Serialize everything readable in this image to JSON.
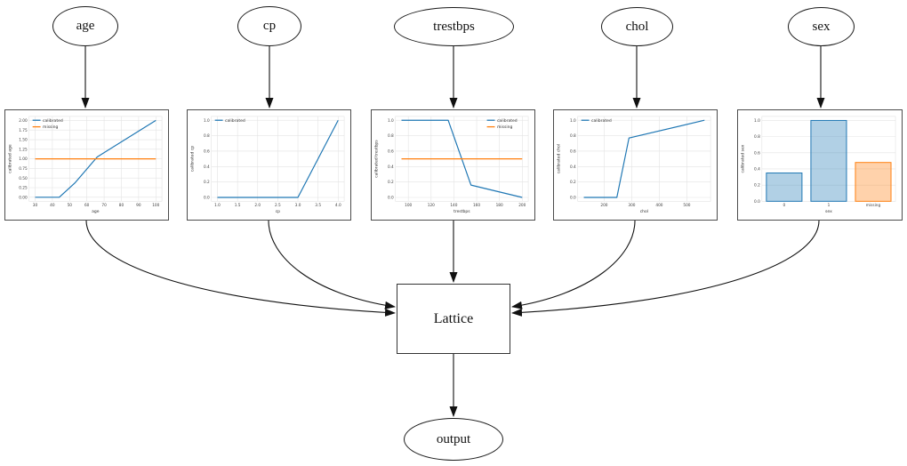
{
  "diagram": {
    "title": "calibrated lattice model graph",
    "nodes": [
      {
        "id": "age",
        "label": "age"
      },
      {
        "id": "cp",
        "label": "cp"
      },
      {
        "id": "trestbps",
        "label": "trestbps"
      },
      {
        "id": "chol",
        "label": "chol"
      },
      {
        "id": "sex",
        "label": "sex"
      },
      {
        "id": "lattice",
        "label": "Lattice"
      },
      {
        "id": "output",
        "label": "output"
      }
    ],
    "edges": [
      {
        "from": "age",
        "to": "calibrator-age"
      },
      {
        "from": "cp",
        "to": "calibrator-cp"
      },
      {
        "from": "trestbps",
        "to": "calibrator-trestbps"
      },
      {
        "from": "chol",
        "to": "calibrator-chol"
      },
      {
        "from": "sex",
        "to": "calibrator-sex"
      },
      {
        "from": "calibrator-age",
        "to": "lattice"
      },
      {
        "from": "calibrator-cp",
        "to": "lattice"
      },
      {
        "from": "calibrator-trestbps",
        "to": "lattice"
      },
      {
        "from": "calibrator-chol",
        "to": "lattice"
      },
      {
        "from": "calibrator-sex",
        "to": "lattice"
      },
      {
        "from": "lattice",
        "to": "output"
      }
    ]
  },
  "palette": {
    "calibrated": "#1f77b4",
    "missing": "#ff7f0e",
    "grid": "#e3e3e3",
    "tick_text": "#3c3c3c",
    "edge_line": "#111111"
  },
  "chart_data": [
    {
      "id": "age",
      "type": "line",
      "xlabel": "age",
      "ylabel": "calibrated age",
      "xlim": [
        26.5,
        103.5
      ],
      "ylim": [
        -0.105,
        2.105
      ],
      "xticks": [
        30,
        40,
        50,
        60,
        70,
        80,
        90,
        100
      ],
      "xtick_labels": [
        "30",
        "40",
        "50",
        "60",
        "70",
        "80",
        "90",
        "100"
      ],
      "yticks": [
        0,
        0.25,
        0.5,
        0.75,
        1.0,
        1.25,
        1.5,
        1.75,
        2.0
      ],
      "ytick_labels": [
        "0.00",
        "0.25",
        "0.50",
        "0.75",
        "1.00",
        "1.25",
        "1.50",
        "1.75",
        "2.00"
      ],
      "legend": {
        "position": "upper-left",
        "entries": [
          {
            "label": "calibrated",
            "color": "#1f77b4"
          },
          {
            "label": "missing",
            "color": "#ff7f0e"
          }
        ]
      },
      "series": [
        {
          "name": "calibrated",
          "color": "#1f77b4",
          "points": [
            [
              30,
              0
            ],
            [
              44,
              0
            ],
            [
              53,
              0.37
            ],
            [
              66,
              1.05
            ],
            [
              100,
              2.0
            ]
          ]
        },
        {
          "name": "missing",
          "color": "#ff7f0e",
          "points": [
            [
              30,
              1.0
            ],
            [
              100,
              1.0
            ]
          ]
        }
      ]
    },
    {
      "id": "cp",
      "type": "line",
      "xlabel": "cp",
      "ylabel": "calibrated cp",
      "xlim": [
        0.85,
        4.15
      ],
      "ylim": [
        -0.05,
        1.05
      ],
      "xticks": [
        1.0,
        1.5,
        2.0,
        2.5,
        3.0,
        3.5,
        4.0
      ],
      "xtick_labels": [
        "1.0",
        "1.5",
        "2.0",
        "2.5",
        "3.0",
        "3.5",
        "4.0"
      ],
      "yticks": [
        0,
        0.2,
        0.4,
        0.6,
        0.8,
        1.0
      ],
      "ytick_labels": [
        "0.0",
        "0.2",
        "0.4",
        "0.6",
        "0.8",
        "1.0"
      ],
      "legend": {
        "position": "upper-left",
        "entries": [
          {
            "label": "calibrated",
            "color": "#1f77b4"
          }
        ]
      },
      "series": [
        {
          "name": "calibrated",
          "color": "#1f77b4",
          "points": [
            [
              1,
              0
            ],
            [
              3,
              0
            ],
            [
              4,
              1.0
            ]
          ]
        }
      ]
    },
    {
      "id": "trestbps",
      "type": "line",
      "xlabel": "trestbps",
      "ylabel": "calibrated trestbps",
      "xlim": [
        88.7,
        205.3
      ],
      "ylim": [
        -0.05,
        1.05
      ],
      "xticks": [
        100,
        120,
        140,
        160,
        180,
        200
      ],
      "xtick_labels": [
        "100",
        "120",
        "140",
        "160",
        "180",
        "200"
      ],
      "yticks": [
        0,
        0.2,
        0.4,
        0.6,
        0.8,
        1.0
      ],
      "ytick_labels": [
        "0.0",
        "0.2",
        "0.4",
        "0.6",
        "0.8",
        "1.0"
      ],
      "legend": {
        "position": "upper-right",
        "entries": [
          {
            "label": "calibrated",
            "color": "#1f77b4"
          },
          {
            "label": "missing",
            "color": "#ff7f0e"
          }
        ]
      },
      "series": [
        {
          "name": "calibrated",
          "color": "#1f77b4",
          "points": [
            [
              94,
              1.0
            ],
            [
              135,
              1.0
            ],
            [
              155,
              0.16
            ],
            [
              200,
              0
            ]
          ]
        },
        {
          "name": "missing",
          "color": "#ff7f0e",
          "points": [
            [
              94,
              0.5
            ],
            [
              200,
              0.5
            ]
          ]
        }
      ]
    },
    {
      "id": "chol",
      "type": "line",
      "xlabel": "chol",
      "ylabel": "calibrated chol",
      "xlim": [
        104,
        586
      ],
      "ylim": [
        -0.05,
        1.05
      ],
      "xticks": [
        200,
        300,
        400,
        500
      ],
      "xtick_labels": [
        "200",
        "300",
        "400",
        "500"
      ],
      "yticks": [
        0,
        0.2,
        0.4,
        0.6,
        0.8,
        1.0
      ],
      "ytick_labels": [
        "0.0",
        "0.2",
        "0.4",
        "0.6",
        "0.8",
        "1.0"
      ],
      "legend": {
        "position": "upper-left",
        "entries": [
          {
            "label": "calibrated",
            "color": "#1f77b4"
          }
        ]
      },
      "series": [
        {
          "name": "calibrated",
          "color": "#1f77b4",
          "points": [
            [
              126,
              0
            ],
            [
              246,
              0
            ],
            [
              290,
              0.77
            ],
            [
              564,
              1.0
            ]
          ]
        }
      ]
    },
    {
      "id": "sex",
      "type": "bar",
      "xlabel": "sex",
      "ylabel": "calibrated sex",
      "ylim": [
        0,
        1.05
      ],
      "categories": [
        "0",
        "1",
        "missing"
      ],
      "values": [
        0.35,
        1.0,
        0.48
      ],
      "yticks": [
        0,
        0.2,
        0.4,
        0.6,
        0.8,
        1.0
      ],
      "ytick_labels": [
        "0.0",
        "0.2",
        "0.4",
        "0.6",
        "0.8",
        "1.0"
      ],
      "bar_colors": [
        {
          "fill": "rgba(31,119,180,0.35)",
          "stroke": "#1f77b4"
        },
        {
          "fill": "rgba(31,119,180,0.35)",
          "stroke": "#1f77b4"
        },
        {
          "fill": "rgba(255,127,14,0.35)",
          "stroke": "#ff7f0e"
        }
      ]
    }
  ]
}
